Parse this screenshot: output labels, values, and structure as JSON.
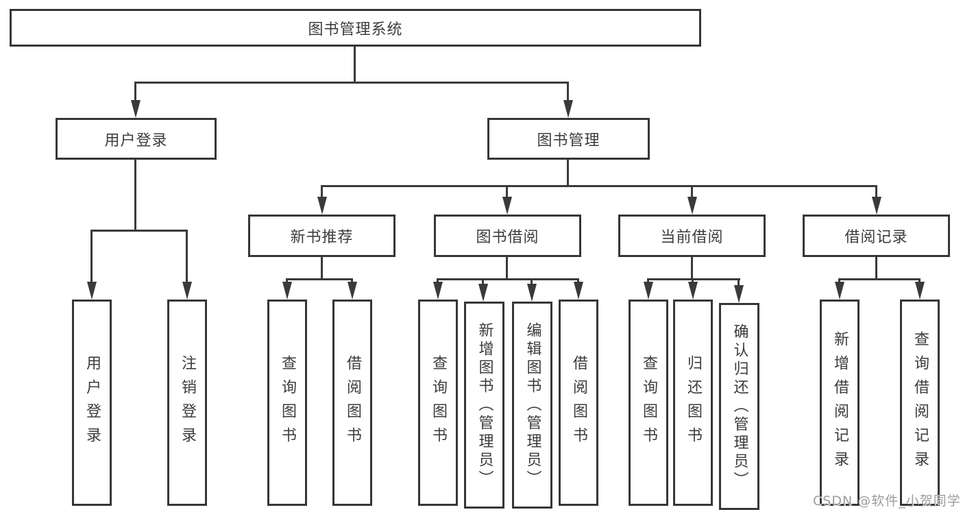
{
  "diagram": {
    "root": {
      "label": "图书管理系统"
    },
    "level2": [
      {
        "label": "用户登录"
      },
      {
        "label": "图书管理"
      }
    ],
    "level3": [
      {
        "label": "新书推荐"
      },
      {
        "label": "图书借阅"
      },
      {
        "label": "当前借阅"
      },
      {
        "label": "借阅记录"
      }
    ],
    "leaves": {
      "user_login": [
        "用户登录",
        "注销登录"
      ],
      "new_book": [
        "查询图书",
        "借阅图书"
      ],
      "book_borrow": [
        "查询图书",
        "新增图书（管理员）",
        "编辑图书（管理员）",
        "借阅图书"
      ],
      "current_borrow": [
        "查询图书",
        "归还图书",
        "确认归还（管理员）"
      ],
      "borrow_records": [
        "新增借阅记录",
        "查询借阅记录"
      ]
    }
  },
  "watermark": "CSDN @软件_小贺同学",
  "colors": {
    "line": "#3a3a3a",
    "box_border": "#363636",
    "box_fill": "#ffffff",
    "text": "#3c3c3c",
    "watermark": "#9c9c9c",
    "background": "#ffffff"
  }
}
